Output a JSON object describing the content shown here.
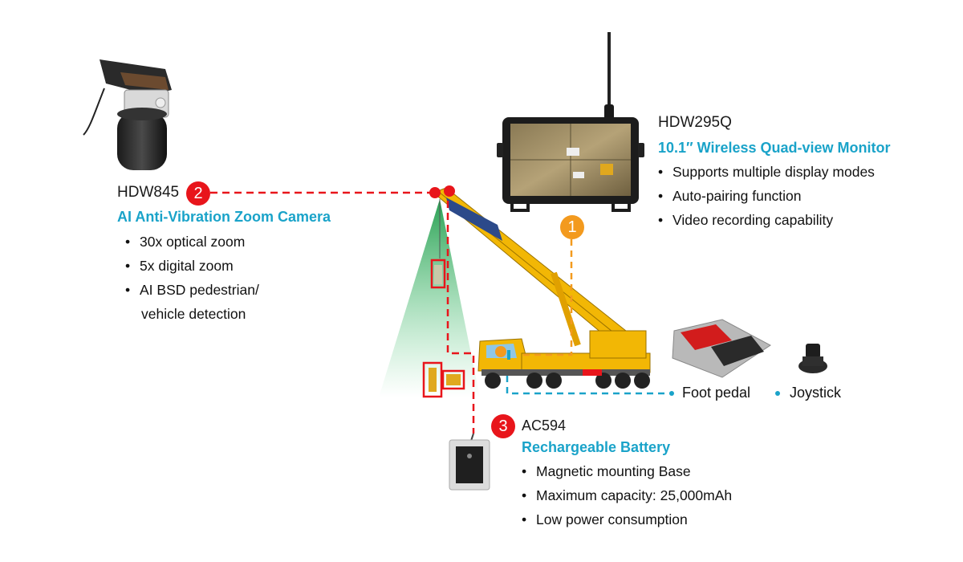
{
  "camera": {
    "model": "HDW845",
    "badge": "2",
    "title": "AI Anti-Vibration Zoom Camera",
    "features": [
      "30x optical zoom",
      "5x digital zoom",
      "AI BSD pedestrian/"
    ],
    "feature_continuation": "vehicle detection"
  },
  "monitor": {
    "model": "HDW295Q",
    "badge": "1",
    "title": "10.1″ Wireless Quad-view Monitor",
    "features": [
      "Supports multiple display modes",
      "Auto-pairing function",
      "Video recording capability"
    ]
  },
  "battery": {
    "model": "AC594",
    "badge": "3",
    "title": "Rechargeable Battery",
    "features": [
      "Magnetic mounting Base",
      "Maximum capacity: 25,000mAh",
      "Low power consumption"
    ]
  },
  "accessories": {
    "foot_pedal": "Foot pedal",
    "joystick": "Joystick"
  },
  "bullet": "•",
  "colors": {
    "accent": "#1aa3c9",
    "red": "#e8151b",
    "orange": "#f39a1e",
    "crane_yellow": "#f2b705"
  }
}
